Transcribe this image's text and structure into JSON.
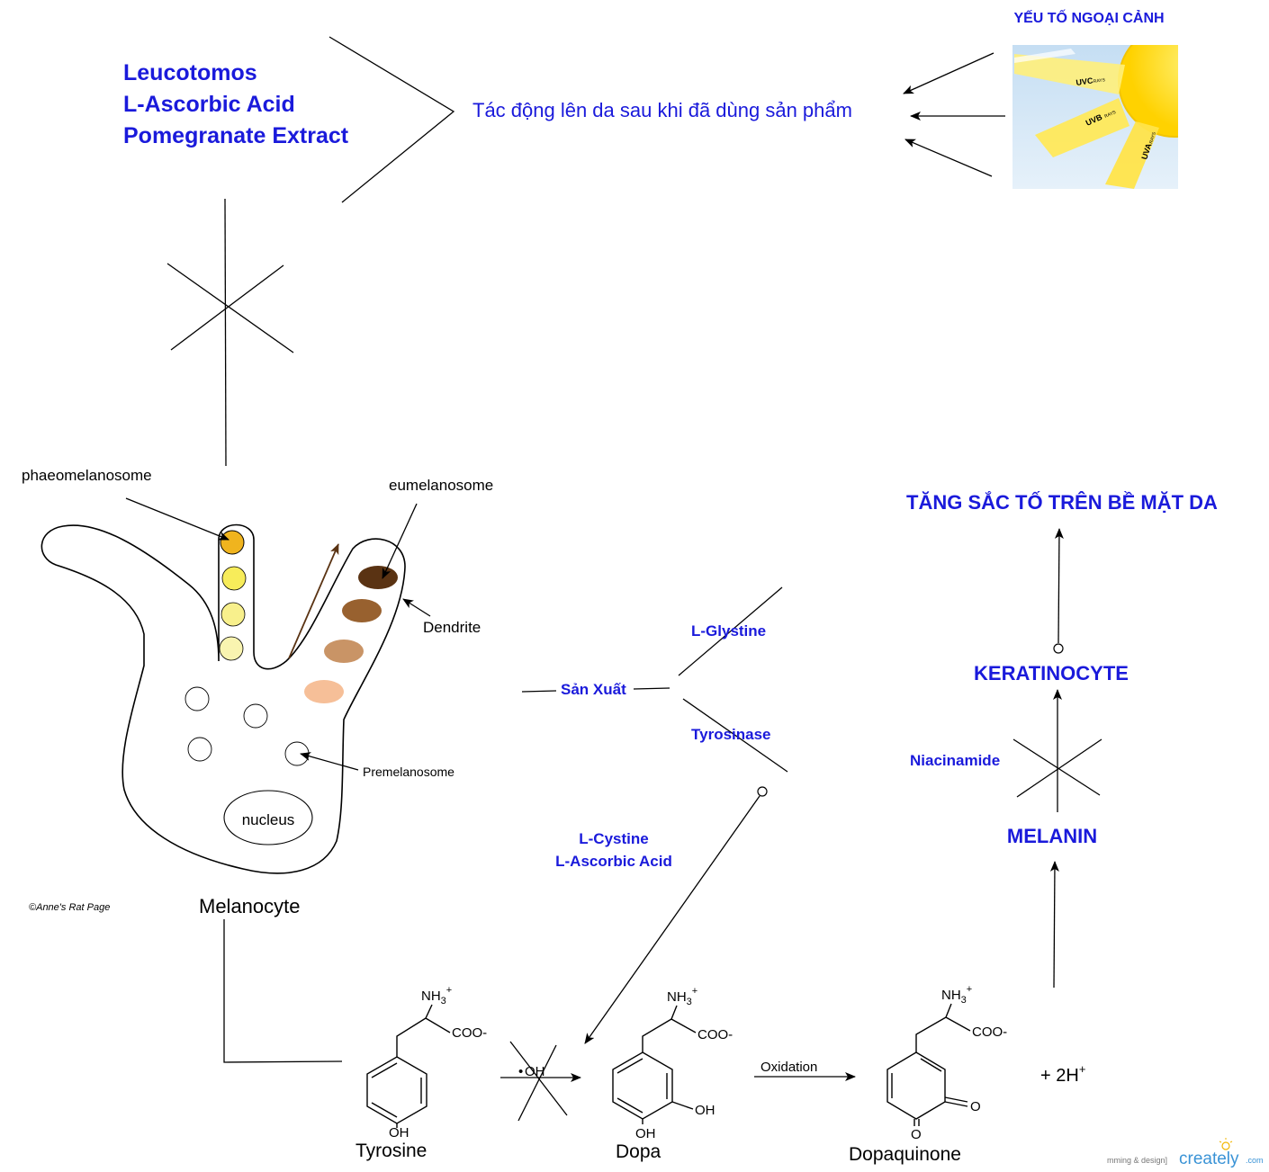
{
  "ingredients": {
    "line1": "Leucotomos",
    "line2": "L-Ascorbic Acid",
    "line3": "Pomegranate Extract"
  },
  "effect_text": "Tác động lên da sau khi đã dùng sản phẩm",
  "external_factor_title": "YẾU TỐ NGOẠI CẢNH",
  "sun_rays": {
    "uvc": "UVC",
    "uvb": "UVB",
    "uva": "UVA",
    "rays": "RAYS"
  },
  "melanocyte": {
    "title": "Melanocyte",
    "phaeomelanosome": "phaeomelanosome",
    "eumelanosome": "eumelanosome",
    "dendrite": "Dendrite",
    "premelanosome": "Premelanosome",
    "nucleus": "nucleus",
    "copyright": "©Anne's Rat Page"
  },
  "production": {
    "label": "Sản Xuất",
    "glystine": "L-Glystine",
    "tyrosinase": "Tyrosinase"
  },
  "cofactors": {
    "line1": "L-Cystine",
    "line2": "L-Ascorbic Acid"
  },
  "right_chain": {
    "surface": "TĂNG SẮC TỐ TRÊN BỀ MẶT DA",
    "keratinocyte": "KERATINOCYTE",
    "niacinamide": "Niacinamide",
    "melanin": "MELANIN"
  },
  "chemistry": {
    "nh3": "NH",
    "nh3_sub": "3",
    "plus": "+",
    "coo": "COO-",
    "oh": "OH",
    "radical": "OH",
    "oxidation": "Oxidation",
    "o": "O",
    "protons": "+ 2H",
    "tyrosine": "Tyrosine",
    "dopa": "Dopa",
    "dopaquinone": "Dopaquinone"
  },
  "watermark": {
    "prefix": "mming & design]",
    "brand": "creately",
    "suffix": ".com"
  },
  "colors": {
    "accent_blue": "#1a1adb",
    "phaeo_dark": "#f0b41e",
    "phaeo_light": "#f6ef8a",
    "eumel_1": "#5a3313",
    "eumel_2": "#98612f",
    "eumel_3": "#c99466",
    "eumel_4": "#f6bf98",
    "sun": "#ffd400",
    "sky": "#cfe4f4"
  }
}
